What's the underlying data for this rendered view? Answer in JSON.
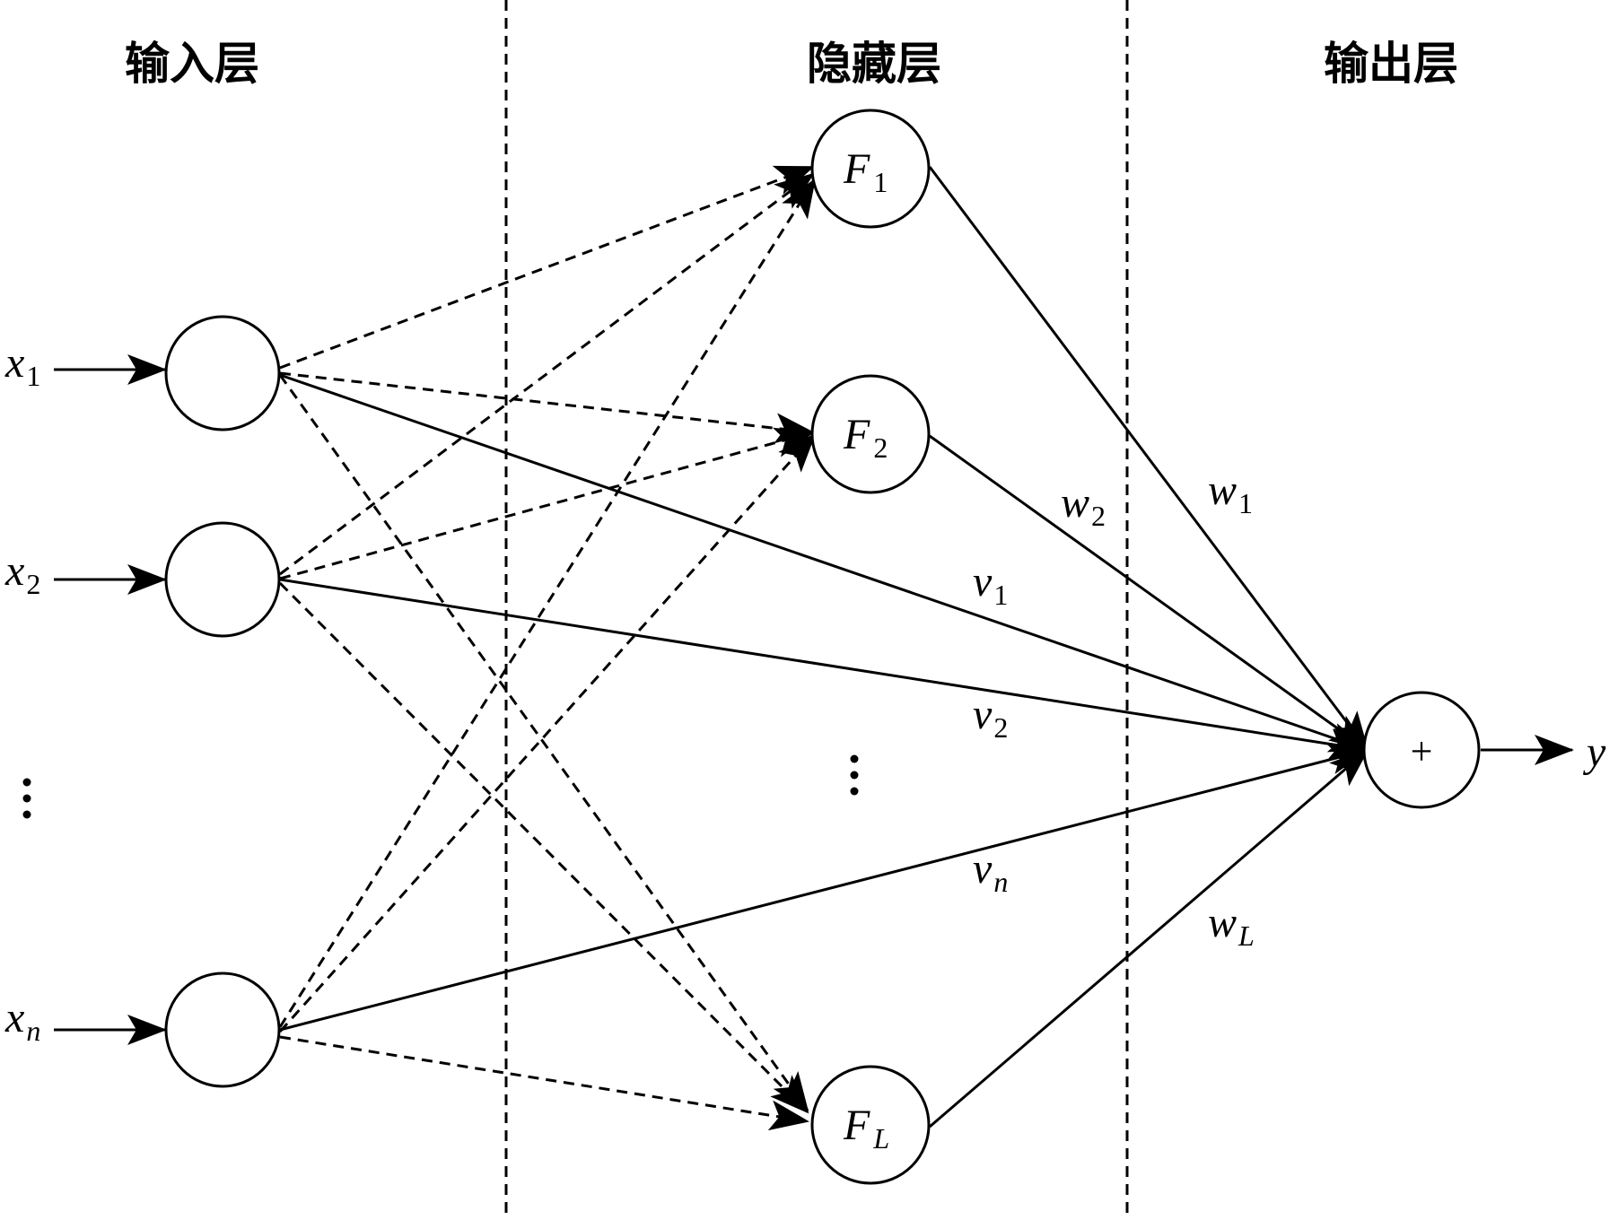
{
  "headers": {
    "input": "输入层",
    "hidden": "隐藏层",
    "output": "输出层"
  },
  "inputs": [
    {
      "base": "x",
      "sub": "1"
    },
    {
      "base": "x",
      "sub": "2"
    },
    {
      "base": "x",
      "sub": "n"
    }
  ],
  "hidden": [
    {
      "base": "F",
      "sub": "1"
    },
    {
      "base": "F",
      "sub": "2"
    },
    {
      "base": "F",
      "sub": "L"
    }
  ],
  "output": {
    "symbol": "+",
    "label": "y"
  },
  "weights_w": [
    {
      "base": "w",
      "sub": "1"
    },
    {
      "base": "w",
      "sub": "2"
    },
    {
      "base": "w",
      "sub": "L"
    }
  ],
  "weights_v": [
    {
      "base": "v",
      "sub": "1"
    },
    {
      "base": "v",
      "sub": "2"
    },
    {
      "base": "v",
      "sub": "n"
    }
  ]
}
